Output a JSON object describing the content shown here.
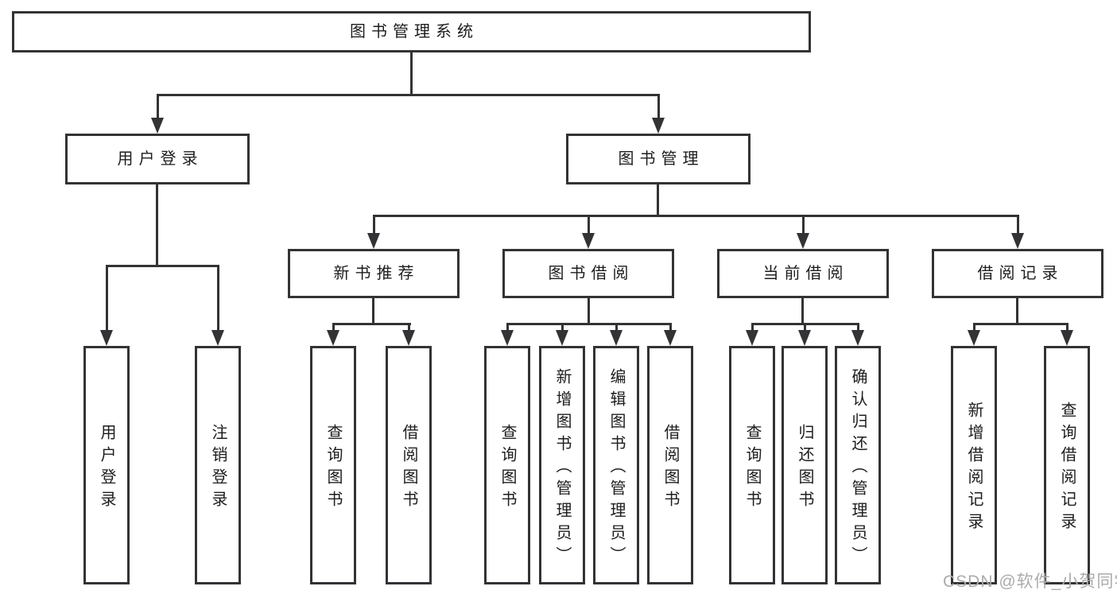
{
  "colors": {
    "line": "#333336",
    "box_border": "#333336",
    "text": "#1d1d1f",
    "watermark": "#ababab",
    "background": "#ffffff"
  },
  "watermark": {
    "text": "CSDN @软件_小贺同学"
  },
  "diagram": {
    "type": "tree",
    "root": {
      "label": "图书管理系统",
      "children": [
        {
          "label": "用户登录",
          "children": [
            {
              "label": "用户登录"
            },
            {
              "label": "注销登录"
            }
          ]
        },
        {
          "label": "图书管理",
          "children": [
            {
              "label": "新书推荐",
              "children": [
                {
                  "label": "查询图书"
                },
                {
                  "label": "借阅图书"
                }
              ]
            },
            {
              "label": "图书借阅",
              "children": [
                {
                  "label": "查询图书"
                },
                {
                  "label": "新增图书（管理员）"
                },
                {
                  "label": "编辑图书（管理员）"
                },
                {
                  "label": "借阅图书"
                }
              ]
            },
            {
              "label": "当前借阅",
              "children": [
                {
                  "label": "查询图书"
                },
                {
                  "label": "归还图书"
                },
                {
                  "label": "确认归还（管理员）"
                }
              ]
            },
            {
              "label": "借阅记录",
              "children": [
                {
                  "label": "新增借阅记录"
                },
                {
                  "label": "查询借阅记录"
                }
              ]
            }
          ]
        }
      ]
    }
  }
}
